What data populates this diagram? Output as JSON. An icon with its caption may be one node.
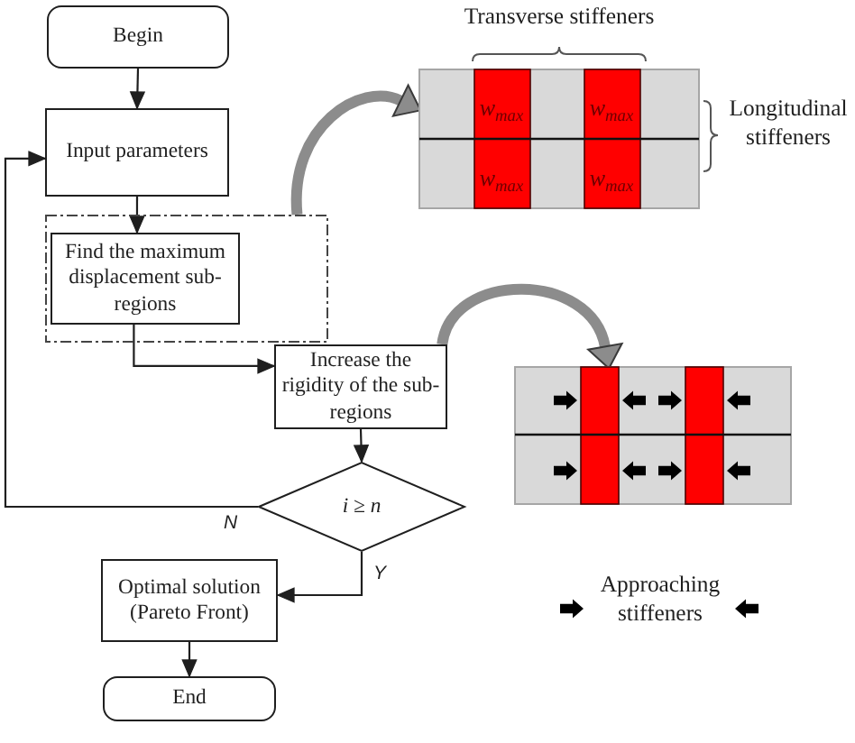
{
  "diagram": {
    "nodes": [
      {
        "text": [
          "Begin"
        ]
      },
      {
        "text": [
          "Input parameters"
        ]
      },
      {
        "text": [],
        "shape": "box"
      },
      {
        "text": [
          "Find the maximum displacement sub-regions"
        ],
        "in": 2
      },
      {
        "text": [
          "Increase the rigidity of the sub-regions"
        ]
      },
      {
        "text": [
          "i ≥ n"
        ]
      },
      {
        "text": [
          "Optimal solution (Pareto Front)"
        ]
      },
      {
        "text": [
          "End"
        ]
      },
      {
        "text": [],
        "shape": "picture"
      },
      {
        "text": [],
        "shape": "picture"
      }
    ],
    "edges": [
      {
        "from": 0,
        "to": 1,
        "arrow": "to"
      },
      {
        "from": 1,
        "to": 3,
        "arrow": "to"
      },
      {
        "from": 2,
        "to": 8,
        "arrow": "to",
        "style": "thick",
        "color": "#8c8c8c"
      },
      {
        "from": 3,
        "to": 4,
        "arrow": "to"
      },
      {
        "from": 4,
        "to": 9,
        "arrow": "to",
        "style": "thick",
        "color": "#8c8c8c"
      },
      {
        "from": 4,
        "to": 5,
        "arrow": "to"
      },
      {
        "from": 5,
        "to": 1,
        "arrow": "to",
        "label": "N"
      },
      {
        "from": 5,
        "to": 6,
        "arrow": "to",
        "label": "Y"
      },
      {
        "from": 6,
        "to": 7,
        "arrow": "to"
      }
    ],
    "labels": [
      "Transverse stiffeners",
      "w$_{max}$",
      "w$_{max}$",
      "Longitudinal stiffeners",
      "w$_{max}$",
      "w$_{max}$"
    ],
    "legend": [
      {
        "text": "Approaching stiffeners"
      }
    ]
  }
}
